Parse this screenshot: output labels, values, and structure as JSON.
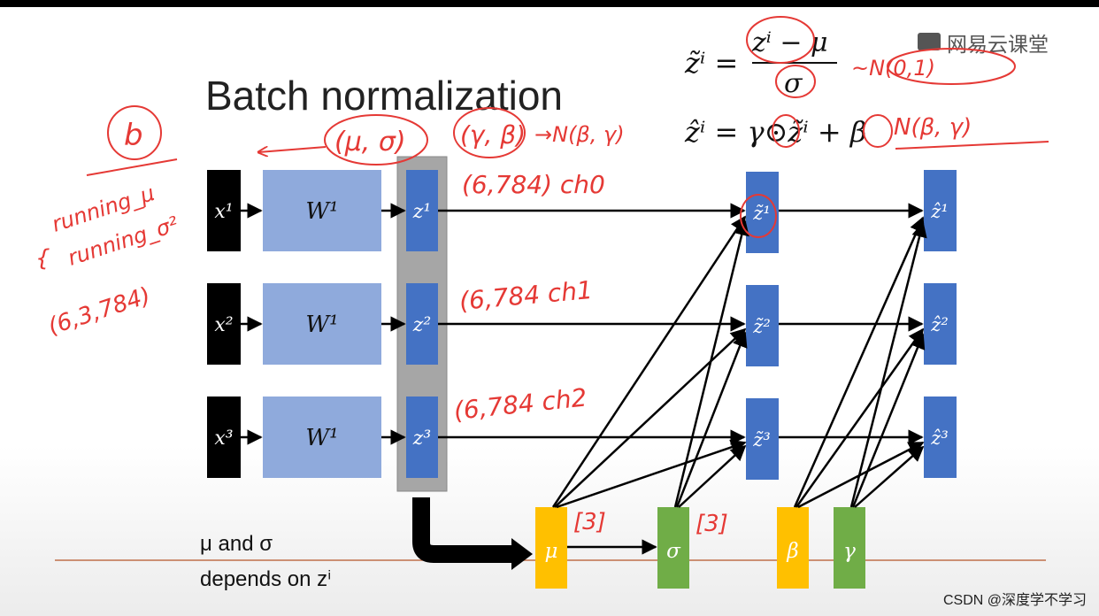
{
  "slide": {
    "title": "Batch normalization",
    "watermark": "网易云课堂",
    "footer_credit": "CSDN @深度学不学习"
  },
  "formulas": {
    "norm_lhs": "z̃ⁱ =",
    "norm_numerator": "zⁱ − μ",
    "norm_denominator": "σ",
    "affine": "ẑⁱ = γ⊙z̃ⁱ + β"
  },
  "network": {
    "inputs": [
      "x¹",
      "x²",
      "x³"
    ],
    "weights": [
      "W¹",
      "W¹",
      "W¹"
    ],
    "pre_activations": [
      "z¹",
      "z²",
      "z³"
    ],
    "normalized": [
      "z̃¹",
      "z̃²",
      "z̃³"
    ],
    "outputs": [
      "ẑ¹",
      "ẑ²",
      "ẑ³"
    ],
    "stats": {
      "mu": "μ",
      "sigma": "σ",
      "beta": "β",
      "gamma": "γ"
    },
    "caption_line1": "μ and σ",
    "caption_line2": "depends on zⁱ"
  },
  "annotations": {
    "circled_b": "b",
    "mu_sigma_pair": "(μ, σ)",
    "gamma_beta_pair": "(γ, β)",
    "to_normal": "→N(β, γ)",
    "normal_01": "~N(0,1)",
    "normal_beta_gamma": "N(β, γ)",
    "running_mu": "running_μ",
    "running_sigma": "running_σ²",
    "shape_total": "(6,3,784)",
    "shape_ch0": "(6,784) ch0",
    "shape_ch1": "(6,784  ch1",
    "shape_ch2": "(6,784 ch2",
    "dim_mu": "[3]",
    "dim_sigma": "[3]"
  },
  "colors": {
    "blue": "#4472c4",
    "light_blue": "#8faadc",
    "black": "#000000",
    "orange": "#ffc000",
    "green": "#70ad47",
    "gray": "#a6a6a6",
    "ink": "#e53935",
    "baseline": "#c0704a"
  }
}
